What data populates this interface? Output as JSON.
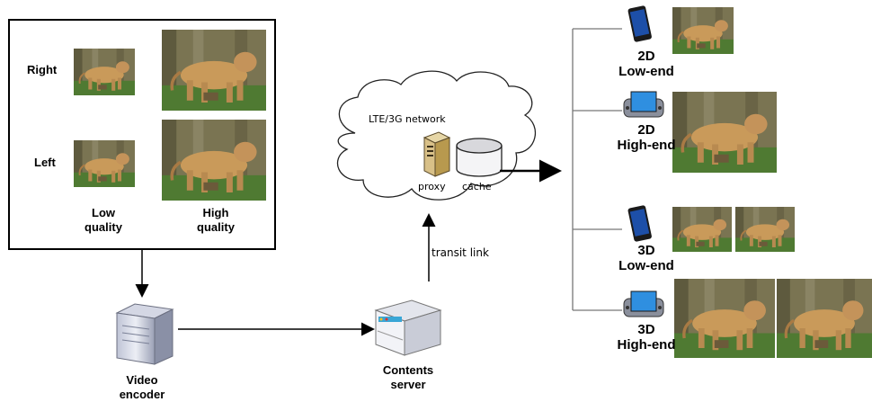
{
  "encoder_box": {
    "row_labels": {
      "right": "Right",
      "left": "Left"
    },
    "col_labels": {
      "low": "Low\nquality",
      "high": "High\nquality"
    }
  },
  "nodes": {
    "video_encoder": "Video\nencoder",
    "contents_server": "Contents\nserver",
    "network": "LTE/3G network",
    "proxy": "proxy",
    "cache": "cache",
    "transit_link": "transit link"
  },
  "devices": [
    {
      "mode": "2D",
      "tier": "Low-end"
    },
    {
      "mode": "2D",
      "tier": "High-end"
    },
    {
      "mode": "3D",
      "tier": "Low-end"
    },
    {
      "mode": "3D",
      "tier": "High-end"
    }
  ],
  "colors": {
    "grass": "#4f7a32",
    "trees": "#6d6a4c",
    "lion": "#c99a5a",
    "phone": "#1d3f8a",
    "tablet": "#2c7fd6"
  }
}
